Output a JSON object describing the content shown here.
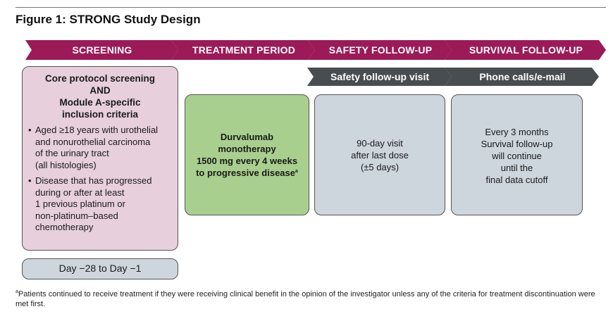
{
  "figure_title": "Figure 1: STRONG Study Design",
  "phases": [
    {
      "label": "SCREENING"
    },
    {
      "label": "TREATMENT PERIOD"
    },
    {
      "label": "SAFETY FOLLOW-UP"
    },
    {
      "label": "SURVIVAL FOLLOW-UP"
    }
  ],
  "sub_phases": [
    {
      "label": "Safety follow-up visit"
    },
    {
      "label": "Phone calls/e-mail"
    }
  ],
  "screening": {
    "heading": [
      "Core protocol screening",
      "AND",
      "Module A-specific",
      "inclusion criteria"
    ],
    "bullets": [
      "Aged ≥18 years with urothelial\nand nonurothelial carcinoma\nof the urinary tract\n(all histologies)",
      "Disease that has progressed\nduring or after at least\n1 previous platinum or\nnon-platinum–based\nchemotherapy"
    ],
    "bullet_symbol": "•"
  },
  "treatment": {
    "lines": [
      "Durvalumab",
      "monotherapy",
      "1500 mg every 4 weeks",
      "to progressive disease"
    ],
    "footnote_marker": "a"
  },
  "safety_followup": {
    "text": "90-day visit\nafter last dose\n(±5 days)"
  },
  "survival_followup": {
    "text": "Every 3 months\nSurvival follow-up\nwill continue\nuntil the\nfinal data cutoff"
  },
  "screening_window": "Day −28 to Day −1",
  "footnote": {
    "marker": "a",
    "text": "Patients continued to receive treatment if they were receiving clinical benefit in the opinion of the investigator unless any of the criteria for treatment discontinuation were met first."
  },
  "colors": {
    "phase_arrow": "#9b1a57",
    "sub_arrow": "#4a4d4f",
    "screening_box": "#e7cfdc",
    "treatment_box": "#a9cf8f",
    "followup_box": "#cdd5dd"
  }
}
